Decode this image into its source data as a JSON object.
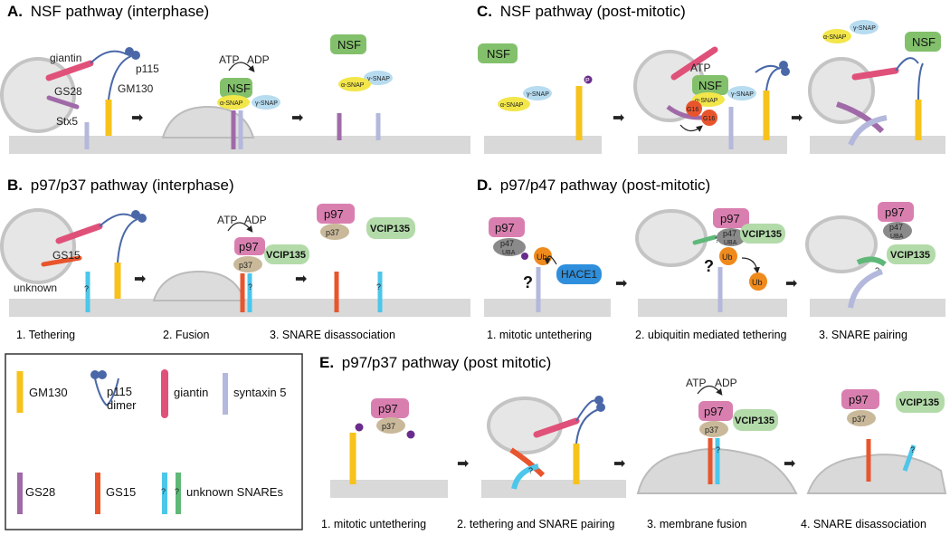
{
  "panels": {
    "A": {
      "letter": "A.",
      "title": "NSF pathway (interphase)"
    },
    "B": {
      "letter": "B.",
      "title": "p97/p37 pathway (interphase)"
    },
    "C": {
      "letter": "C.",
      "title": "NSF pathway (post-mitotic)"
    },
    "D": {
      "letter": "D.",
      "title": "p97/p47 pathway (post-mitotic)"
    },
    "E": {
      "letter": "E.",
      "title": "p97/p37 pathway (post mitotic)"
    }
  },
  "labels": {
    "giantin": "giantin",
    "p115": "p115",
    "gs28": "GS28",
    "gm130": "GM130",
    "stx5": "Stx5",
    "gs15": "GS15",
    "unknown": "unknown",
    "atp": "ATP",
    "adp": "ADP",
    "nsf": "NSF",
    "alpha_snap": "α-SNAP",
    "gamma_snap": "γ-SNAP",
    "p97": "p97",
    "p37": "p37",
    "p47": "p47",
    "uba": "UBA",
    "vcip135": "VCIP135",
    "hace1": "HACE1",
    "ub": "Ub",
    "p": "P",
    "g16": "G16",
    "q": "?",
    "qbig": "?"
  },
  "steps": {
    "B": [
      "1. Tethering",
      "2. Fusion",
      "3. SNARE disassociation"
    ],
    "D": [
      "1. mitotic untethering",
      "2. ubiquitin mediated tethering",
      "3. SNARE pairing"
    ],
    "E": [
      "1. mitotic untethering",
      "2. tethering and SNARE pairing",
      "3. membrane fusion",
      "4. SNARE disassociation"
    ]
  },
  "legend": {
    "gm130": "GM130",
    "p115": "p115",
    "p115_2": "dimer",
    "giantin": "giantin",
    "syntaxin5": "syntaxin 5",
    "gs28": "GS28",
    "gs15": "GS15",
    "unknown_snares": "unknown SNAREs"
  },
  "colors": {
    "gm130": "#f7c21b",
    "giantin": "#e0517a",
    "syntaxin5": "#b3b8dc",
    "gs28": "#a06aa8",
    "gs15": "#e8552d",
    "unknown_cyan": "#4cc6ea",
    "unknown_green": "#5fb878",
    "p115": "#4a68a8",
    "nsf": "#83c06b",
    "alpha_snap": "#f2e64a",
    "gamma_snap": "#b7dcf0",
    "p97": "#d97fb0",
    "p37": "#c9b99a",
    "p47": "#8a8a8a",
    "vcip135": "#b3dbaa",
    "hace1": "#2f8fdc",
    "ub": "#ef8a1c",
    "phospho": "#6a2c8c",
    "membrane": "#d9d9d9",
    "vesicle": "#c9c9c9"
  }
}
